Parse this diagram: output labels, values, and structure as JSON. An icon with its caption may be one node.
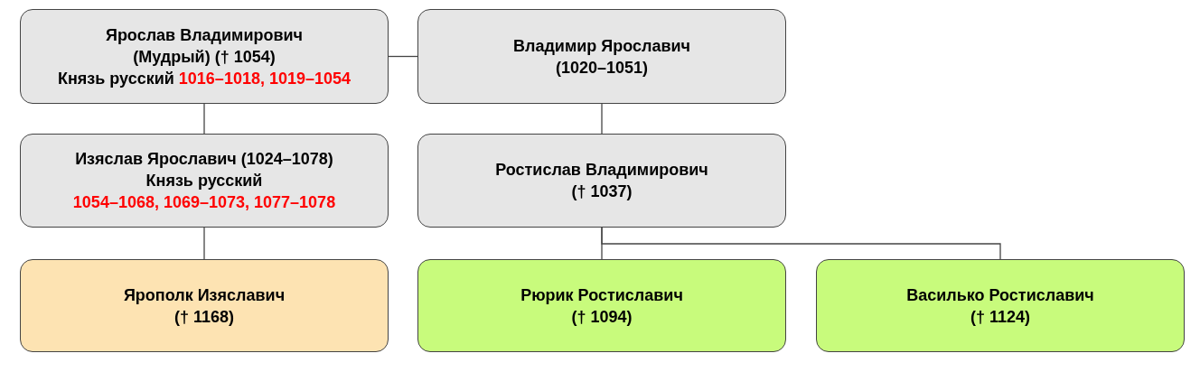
{
  "diagram": {
    "nodes": [
      {
        "text": [
          "Ярослав Владимирович (Мудрый) († 1054) Князь русский",
          "1016–1018, 1019–1054"
        ]
      },
      {
        "text": [
          "Владимир Ярославич (1020–1051)"
        ]
      },
      {
        "text": [
          "Изяслав Ярославич (1024–1078) Князь русский",
          "1054–1068, 1069–1073, 1077–1078"
        ]
      },
      {
        "text": [
          "Ростислав Владимирович († 1037)"
        ]
      },
      {
        "text": [
          "Ярополк Изяславич († 1168)"
        ]
      },
      {
        "text": [
          "Рюрик Ростиславич († 1094)"
        ]
      },
      {
        "text": [
          "Василько Ростиславич († 1124)"
        ]
      }
    ],
    "edges": [
      {
        "from": 0,
        "to": 1,
        "arrow": "none"
      },
      {
        "from": 0,
        "to": 2,
        "arrow": "none"
      },
      {
        "from": 1,
        "to": 3,
        "arrow": "none"
      },
      {
        "from": 2,
        "to": 4,
        "arrow": "none"
      },
      {
        "from": 3,
        "to": 5,
        "arrow": "none"
      },
      {
        "from": 3,
        "to": 6,
        "arrow": "none"
      }
    ]
  }
}
